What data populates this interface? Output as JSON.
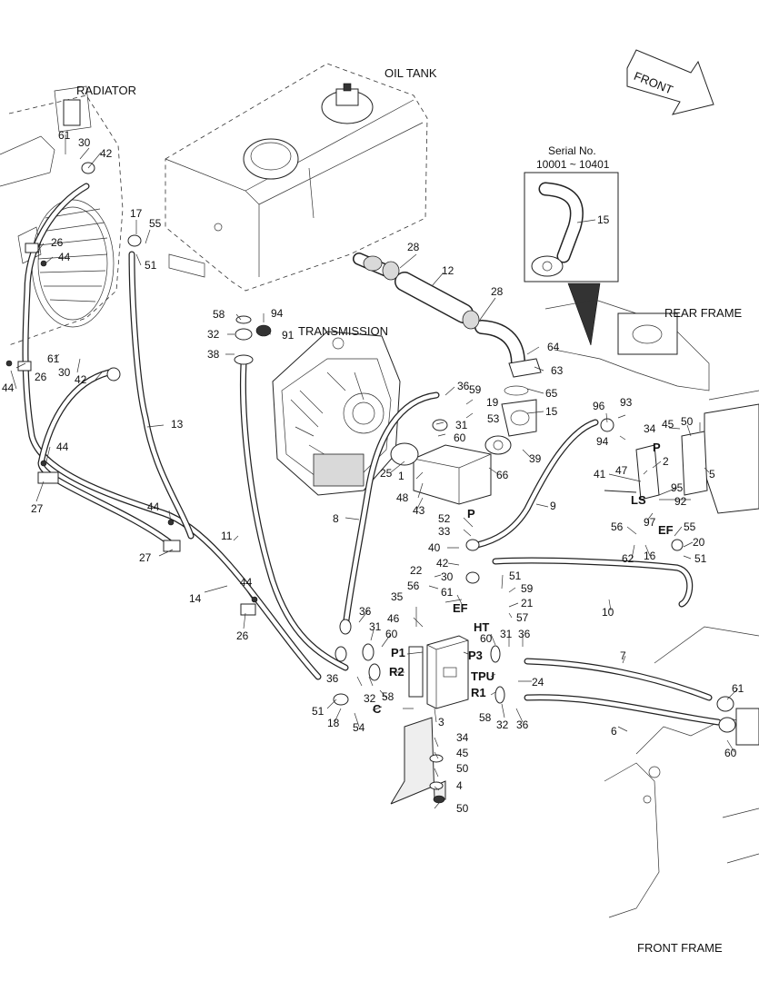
{
  "titles": {
    "radiator": "RADIATOR",
    "oil_tank": "OIL TANK",
    "front_arrow": "FRONT",
    "serial_heading": "Serial No.",
    "serial_range": "10001 ~ 10401",
    "transmission": "TRANSMISSION",
    "rear_frame": "REAR FRAME",
    "front_frame": "FRONT FRAME"
  },
  "ports": {
    "p_upper": "P",
    "ls": "LS",
    "ef_upper": "EF",
    "p_lower": "P",
    "ef_lower": "EF",
    "ht": "HT",
    "p1": "P1",
    "p3": "P3",
    "r2": "R2",
    "tpu": "TPU",
    "r1": "R1",
    "c": "C"
  },
  "callouts": [
    {
      "id": "c61a",
      "text": "61"
    },
    {
      "id": "c30a",
      "text": "30"
    },
    {
      "id": "c42a",
      "text": "42"
    },
    {
      "id": "c26a",
      "text": "26"
    },
    {
      "id": "c44a",
      "text": "44"
    },
    {
      "id": "c61b",
      "text": "61"
    },
    {
      "id": "c30b",
      "text": "30"
    },
    {
      "id": "c42b",
      "text": "42"
    },
    {
      "id": "c44b",
      "text": "44"
    },
    {
      "id": "c26b",
      "text": "26"
    },
    {
      "id": "c44c",
      "text": "44"
    },
    {
      "id": "c27a",
      "text": "27"
    },
    {
      "id": "c13",
      "text": "13"
    },
    {
      "id": "c44d",
      "text": "44"
    },
    {
      "id": "c27b",
      "text": "27"
    },
    {
      "id": "c14",
      "text": "14"
    },
    {
      "id": "c44e",
      "text": "44"
    },
    {
      "id": "c26c",
      "text": "26"
    },
    {
      "id": "c17",
      "text": "17"
    },
    {
      "id": "c55a",
      "text": "55"
    },
    {
      "id": "c51a",
      "text": "51"
    },
    {
      "id": "c11",
      "text": "11"
    },
    {
      "id": "c58a",
      "text": "58"
    },
    {
      "id": "c94a",
      "text": "94"
    },
    {
      "id": "c32a",
      "text": "32"
    },
    {
      "id": "c91",
      "text": "91"
    },
    {
      "id": "c38",
      "text": "38"
    },
    {
      "id": "c28a",
      "text": "28"
    },
    {
      "id": "c12",
      "text": "12"
    },
    {
      "id": "c28b",
      "text": "28"
    },
    {
      "id": "c15a",
      "text": "15"
    },
    {
      "id": "c64",
      "text": "64"
    },
    {
      "id": "c63",
      "text": "63"
    },
    {
      "id": "c65",
      "text": "65"
    },
    {
      "id": "c15b",
      "text": "15"
    },
    {
      "id": "c36a",
      "text": "36"
    },
    {
      "id": "c19",
      "text": "19"
    },
    {
      "id": "c59a",
      "text": "59"
    },
    {
      "id": "c53",
      "text": "53"
    },
    {
      "id": "c31a",
      "text": "31"
    },
    {
      "id": "c60a",
      "text": "60"
    },
    {
      "id": "c39",
      "text": "39"
    },
    {
      "id": "c66",
      "text": "66"
    },
    {
      "id": "c25",
      "text": "25"
    },
    {
      "id": "c1",
      "text": "1"
    },
    {
      "id": "c48",
      "text": "48"
    },
    {
      "id": "c43",
      "text": "43"
    },
    {
      "id": "c9",
      "text": "9"
    },
    {
      "id": "c8",
      "text": "8"
    },
    {
      "id": "c52",
      "text": "52"
    },
    {
      "id": "c33",
      "text": "33"
    },
    {
      "id": "c40",
      "text": "40"
    },
    {
      "id": "c96",
      "text": "96"
    },
    {
      "id": "c93",
      "text": "93"
    },
    {
      "id": "c94b",
      "text": "94"
    },
    {
      "id": "c34a",
      "text": "34"
    },
    {
      "id": "c45a",
      "text": "45"
    },
    {
      "id": "c50a",
      "text": "50"
    },
    {
      "id": "c2",
      "text": "2"
    },
    {
      "id": "c5",
      "text": "5"
    },
    {
      "id": "c41",
      "text": "41"
    },
    {
      "id": "c47",
      "text": "47"
    },
    {
      "id": "c95",
      "text": "95"
    },
    {
      "id": "c92",
      "text": "92"
    },
    {
      "id": "c97",
      "text": "97"
    },
    {
      "id": "c56a",
      "text": "56"
    },
    {
      "id": "c55b",
      "text": "55"
    },
    {
      "id": "c20",
      "text": "20"
    },
    {
      "id": "c62",
      "text": "62"
    },
    {
      "id": "c16",
      "text": "16"
    },
    {
      "id": "c51b",
      "text": "51"
    },
    {
      "id": "c42c",
      "text": "42"
    },
    {
      "id": "c22",
      "text": "22"
    },
    {
      "id": "c56b",
      "text": "56"
    },
    {
      "id": "c30c",
      "text": "30"
    },
    {
      "id": "c51c",
      "text": "51"
    },
    {
      "id": "c59b",
      "text": "59"
    },
    {
      "id": "c21",
      "text": "21"
    },
    {
      "id": "c57",
      "text": "57"
    },
    {
      "id": "c35",
      "text": "35"
    },
    {
      "id": "c61c",
      "text": "61"
    },
    {
      "id": "c10",
      "text": "10"
    },
    {
      "id": "c46",
      "text": "46"
    },
    {
      "id": "c36b",
      "text": "36"
    },
    {
      "id": "c31b",
      "text": "31"
    },
    {
      "id": "c60b",
      "text": "60"
    },
    {
      "id": "c31c",
      "text": "31"
    },
    {
      "id": "c36c",
      "text": "36"
    },
    {
      "id": "c60c",
      "text": "60"
    },
    {
      "id": "c7",
      "text": "7"
    },
    {
      "id": "c32b",
      "text": "32"
    },
    {
      "id": "c58b",
      "text": "58"
    },
    {
      "id": "c24",
      "text": "24"
    },
    {
      "id": "c36d",
      "text": "36"
    },
    {
      "id": "c51d",
      "text": "51"
    },
    {
      "id": "c18",
      "text": "18"
    },
    {
      "id": "c54",
      "text": "54"
    },
    {
      "id": "c3",
      "text": "3"
    },
    {
      "id": "c58c",
      "text": "58"
    },
    {
      "id": "c32c",
      "text": "32"
    },
    {
      "id": "c36e",
      "text": "36"
    },
    {
      "id": "c6",
      "text": "6"
    },
    {
      "id": "c61d",
      "text": "61"
    },
    {
      "id": "c60d",
      "text": "60"
    },
    {
      "id": "c34b",
      "text": "34"
    },
    {
      "id": "c45b",
      "text": "45"
    },
    {
      "id": "c50b",
      "text": "50"
    },
    {
      "id": "c4",
      "text": "4"
    },
    {
      "id": "c50c",
      "text": "50"
    }
  ]
}
